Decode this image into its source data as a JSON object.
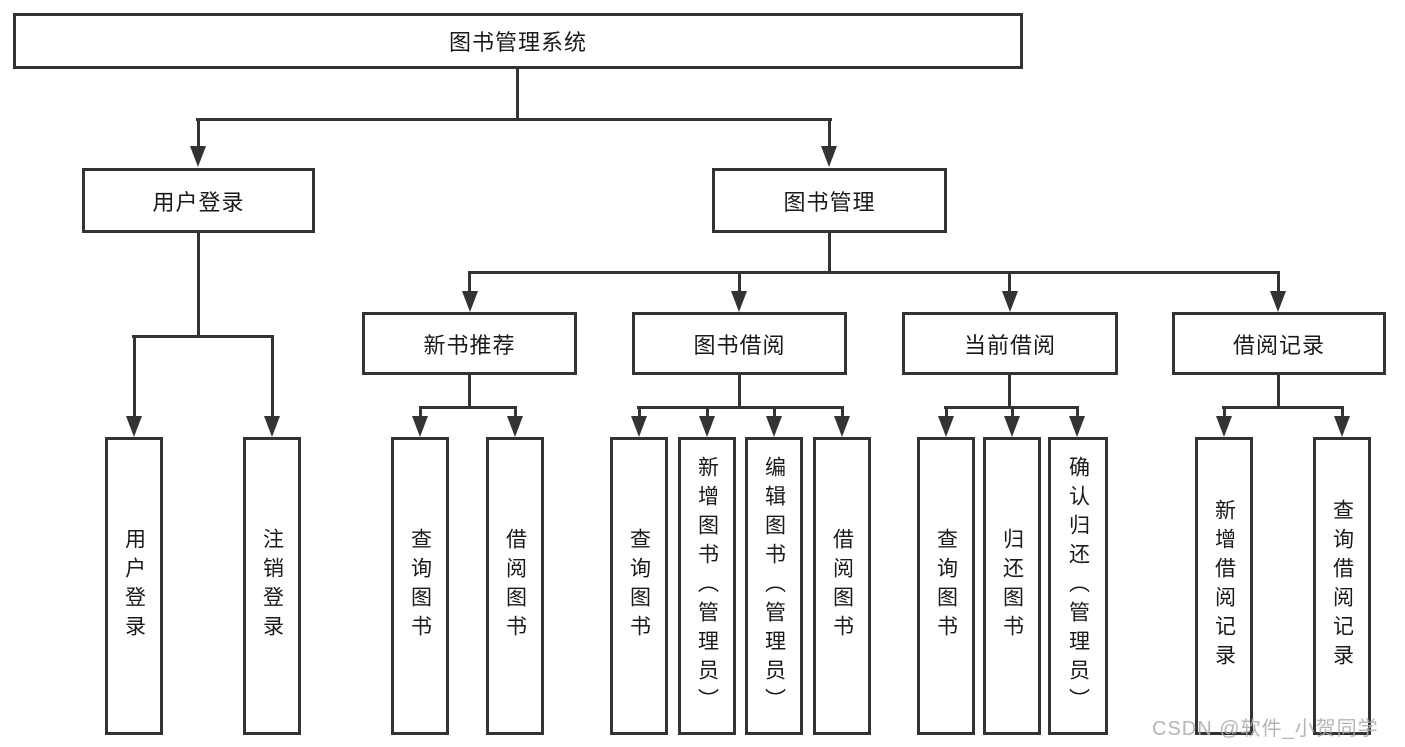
{
  "diagram_title": "图书管理系统",
  "watermark": "CSDN @软件_小贺同学",
  "colors": {
    "line": "#333333",
    "box_border": "#333333",
    "text": "#1a1a1a",
    "watermark": "#adadad",
    "background": "#ffffff"
  },
  "nodes": {
    "root": {
      "label": "图书管理系统"
    },
    "level2": [
      {
        "label": "用户登录",
        "parent": "图书管理系统"
      },
      {
        "label": "图书管理",
        "parent": "图书管理系统"
      }
    ],
    "level3": [
      {
        "label": "新书推荐",
        "parent": "图书管理"
      },
      {
        "label": "图书借阅",
        "parent": "图书管理"
      },
      {
        "label": "当前借阅",
        "parent": "图书管理"
      },
      {
        "label": "借阅记录",
        "parent": "图书管理"
      }
    ],
    "level4": [
      {
        "label": "用户登录",
        "parent": "用户登录"
      },
      {
        "label": "注销登录",
        "parent": "用户登录"
      },
      {
        "label": "查询图书",
        "parent": "新书推荐"
      },
      {
        "label": "借阅图书",
        "parent": "新书推荐"
      },
      {
        "label": "查询图书",
        "parent": "图书借阅"
      },
      {
        "label": "新增图书（管理员）",
        "parent": "图书借阅"
      },
      {
        "label": "编辑图书（管理员）",
        "parent": "图书借阅"
      },
      {
        "label": "借阅图书",
        "parent": "图书借阅"
      },
      {
        "label": "查询图书",
        "parent": "当前借阅"
      },
      {
        "label": "归还图书",
        "parent": "当前借阅"
      },
      {
        "label": "确认归还（管理员）",
        "parent": "当前借阅"
      },
      {
        "label": "新增借阅记录",
        "parent": "借阅记录"
      },
      {
        "label": "查询借阅记录",
        "parent": "借阅记录"
      }
    ]
  }
}
